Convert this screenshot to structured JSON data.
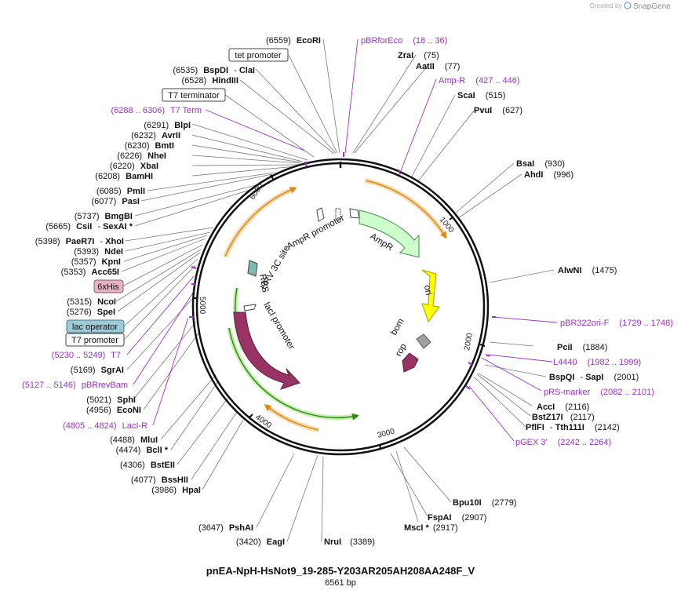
{
  "credit": {
    "prefix": "Created by",
    "brand": "SnapGene"
  },
  "map": {
    "name": "pnEA-NpH-HsNot9_19-285-Y203AR205AH208AA248F_V",
    "length_label": "6561 bp"
  },
  "ticks": [
    "1000",
    "2000",
    "3000",
    "4000",
    "5000",
    "6000"
  ],
  "features": {
    "ampr_promoter": "AmpR promoter",
    "ampr": "AmpR",
    "ori": "ori",
    "bom": "bom",
    "rop": "rop",
    "lacI": "lacI",
    "lacI_promoter": "lacI promoter",
    "rbs": "RBS",
    "hrv": "HRV 3C site"
  },
  "enzymes": [
    {
      "id": "ecori",
      "pos": "(6559)",
      "name": "EcoRI"
    },
    {
      "id": "tet-promoter",
      "box": "tet promoter"
    },
    {
      "id": "bspdi",
      "pos": "(6535)",
      "name": "BspDI",
      "name2": "ClaI"
    },
    {
      "id": "hindiii",
      "pos": "(6528)",
      "name": "HindIII"
    },
    {
      "id": "t7-terminator",
      "box": "T7 terminator"
    },
    {
      "id": "blpi",
      "pos": "(6291)",
      "name": "BlpI"
    },
    {
      "id": "avrii",
      "pos": "(6232)",
      "name": "AvrII"
    },
    {
      "id": "bmti",
      "pos": "(6230)",
      "name": "BmtI"
    },
    {
      "id": "nhei",
      "pos": "(6226)",
      "name": "NheI"
    },
    {
      "id": "xbai",
      "pos": "(6220)",
      "name": "XbaI"
    },
    {
      "id": "bamhi",
      "pos": "(6208)",
      "name": "BamHI"
    },
    {
      "id": "pmli",
      "pos": "(6085)",
      "name": "PmlI"
    },
    {
      "id": "pasi",
      "pos": "(6077)",
      "name": "PasI"
    },
    {
      "id": "bmgbi",
      "pos": "(5737)",
      "name": "BmgBI"
    },
    {
      "id": "csii",
      "pos": "(5665)",
      "name": "CsiI",
      "name2": "SexAI *"
    },
    {
      "id": "paer7i",
      "pos": "(5398)",
      "name": "PaeR7I",
      "name2": "XhoI"
    },
    {
      "id": "ndei",
      "pos": "(5393)",
      "name": "NdeI"
    },
    {
      "id": "kpni",
      "pos": "(5357)",
      "name": "KpnI"
    },
    {
      "id": "acc65i",
      "pos": "(5353)",
      "name": "Acc65I"
    },
    {
      "id": "6xhis",
      "box": "6xHis"
    },
    {
      "id": "ncoi",
      "pos": "(5315)",
      "name": "NcoI"
    },
    {
      "id": "spei",
      "pos": "(5276)",
      "name": "SpeI"
    },
    {
      "id": "lac-operator",
      "box": "lac operator"
    },
    {
      "id": "t7-promoter",
      "box": "T7 promoter"
    },
    {
      "id": "sgrai",
      "pos": "(5169)",
      "name": "SgrAI"
    },
    {
      "id": "sphi",
      "pos": "(5021)",
      "name": "SphI"
    },
    {
      "id": "econi",
      "pos": "(4956)",
      "name": "EcoNI"
    },
    {
      "id": "mlui",
      "pos": "(4488)",
      "name": "MluI"
    },
    {
      "id": "bcli",
      "pos": "(4474)",
      "name": "BclI *"
    },
    {
      "id": "bsteii",
      "pos": "(4306)",
      "name": "BstEII"
    },
    {
      "id": "bsshii",
      "pos": "(4077)",
      "name": "BssHII"
    },
    {
      "id": "hpai",
      "pos": "(3986)",
      "name": "HpaI"
    },
    {
      "id": "pshai",
      "pos": "(3647)",
      "name": "PshAI"
    },
    {
      "id": "eagi",
      "pos": "(3420)",
      "name": "EagI"
    },
    {
      "id": "nrui",
      "name": "NruI",
      "pos": "(3389)"
    },
    {
      "id": "msci",
      "name": "MscI *",
      "pos": "(2917)"
    },
    {
      "id": "fspai",
      "name": "FspAI",
      "pos": "(2907)"
    },
    {
      "id": "bpu10i",
      "name": "Bpu10I",
      "pos": "(2779)"
    },
    {
      "id": "zrai",
      "name": "ZraI",
      "pos": "(75)"
    },
    {
      "id": "aatii",
      "name": "AatII",
      "pos": "(77)"
    },
    {
      "id": "scai",
      "name": "ScaI",
      "pos": "(515)"
    },
    {
      "id": "pvui",
      "name": "PvuI",
      "pos": "(627)"
    },
    {
      "id": "bsai",
      "name": "BsaI",
      "pos": "(930)"
    },
    {
      "id": "ahdi",
      "name": "AhdI",
      "pos": "(996)"
    },
    {
      "id": "alwni",
      "name": "AlwNI",
      "pos": "(1475)"
    },
    {
      "id": "pcii",
      "name": "PciI",
      "pos": "(1884)"
    },
    {
      "id": "bspqi",
      "name": "BspQI",
      "name2": "SapI",
      "pos": "(2001)"
    },
    {
      "id": "acci",
      "name": "AccI",
      "pos": "(2116)"
    },
    {
      "id": "bstz17i",
      "name": "BstZ17I",
      "pos": "(2117)"
    },
    {
      "id": "pflfi",
      "name": "PflFI",
      "name2": "Tth111I",
      "pos": "(2142)"
    }
  ],
  "primers": [
    {
      "id": "pbrforeco",
      "name": "pBRforEco",
      "range": "(18 .. 36)"
    },
    {
      "id": "amp-r",
      "name": "Amp-R",
      "range": "(427 .. 446)"
    },
    {
      "id": "t7-term",
      "name": "T7 Term",
      "range": "(6288 .. 6306)"
    },
    {
      "id": "t7",
      "name": "T7",
      "range": "(5230 .. 5249)"
    },
    {
      "id": "pbrrevbam",
      "name": "pBRrevBam",
      "range": "(5127 .. 5146)"
    },
    {
      "id": "laci-r",
      "name": "LacI-R",
      "range": "(4805 .. 4824)"
    },
    {
      "id": "pbr322ori-f",
      "name": "pBR322ori-F",
      "range": "(1729 .. 1748)"
    },
    {
      "id": "l4440",
      "name": "L4440",
      "range": "(1982 .. 1999)"
    },
    {
      "id": "prs-marker",
      "name": "pRS-marker",
      "range": "(2082 .. 2101)"
    },
    {
      "id": "pgex-3",
      "name": "pGEX 3'",
      "range": "(2242 .. 2264)"
    }
  ],
  "colors": {
    "ampr": "#ccffcc",
    "ori": "#ffff00",
    "lacI": "#993366",
    "bom": "#a0a0a0",
    "primer": "#9b30c9",
    "orf": "#f4a52a",
    "orf_inner": "#2e8b17",
    "lac_operator_box": "#9ecad6",
    "his_box": "#e5b3c4"
  }
}
